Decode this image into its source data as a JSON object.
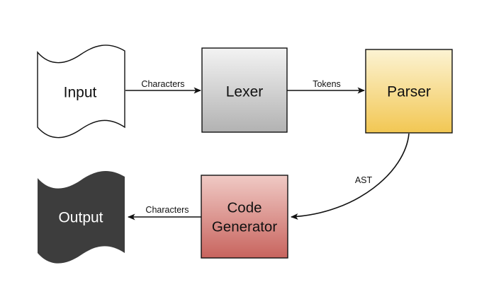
{
  "diagram": {
    "nodes": {
      "input": {
        "label": "Input",
        "shape": "punched-tape",
        "fill": "#ffffff",
        "text_color": "#111111"
      },
      "lexer": {
        "label": "Lexer",
        "shape": "process-box",
        "gradient_top": "#f3f3f3",
        "gradient_bottom": "#b2b2b2"
      },
      "parser": {
        "label": "Parser",
        "shape": "process-box",
        "gradient_top": "#fcf3d3",
        "gradient_bottom": "#f2c753"
      },
      "code_generator": {
        "label": "Code Generator",
        "label_line1": "Code",
        "label_line2": "Generator",
        "shape": "process-box",
        "gradient_top": "#f0cac5",
        "gradient_bottom": "#c8645e"
      },
      "output": {
        "label": "Output",
        "shape": "punched-tape",
        "fill": "#3d3d3d",
        "text_color": "#ffffff"
      }
    },
    "edges": {
      "input_to_lexer": {
        "label": "Characters"
      },
      "lexer_to_parser": {
        "label": "Tokens"
      },
      "parser_to_code_generator": {
        "label": "AST"
      },
      "code_generator_to_output": {
        "label": "Characters"
      }
    },
    "edge_color": "#111111"
  }
}
